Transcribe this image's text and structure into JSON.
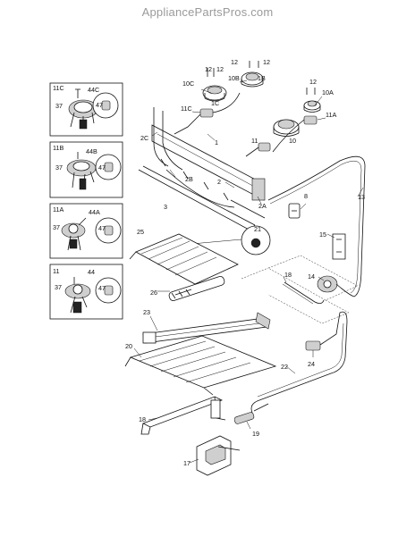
{
  "watermark": "AppliancePartsPros.com",
  "inset_boxes": [
    {
      "id": "11C",
      "labels": [
        "11C",
        "44C",
        "37",
        "47"
      ]
    },
    {
      "id": "11B",
      "labels": [
        "11B",
        "44B",
        "37",
        "47"
      ]
    },
    {
      "id": "11A",
      "labels": [
        "11A",
        "44A",
        "37",
        "47"
      ]
    },
    {
      "id": "11",
      "labels": [
        "11",
        "44",
        "37",
        "47"
      ]
    }
  ],
  "callouts": [
    "12",
    "12",
    "12",
    "12",
    "12",
    "10C",
    "10B",
    "1B",
    "10A",
    "11C",
    "11A",
    "1C",
    "10",
    "2C",
    "11",
    "1",
    "2B",
    "8",
    "13",
    "2",
    "3",
    "2A",
    "21",
    "25",
    "15",
    "18",
    "14",
    "26",
    "23",
    "20",
    "24",
    "22",
    "18",
    "19",
    "17"
  ]
}
